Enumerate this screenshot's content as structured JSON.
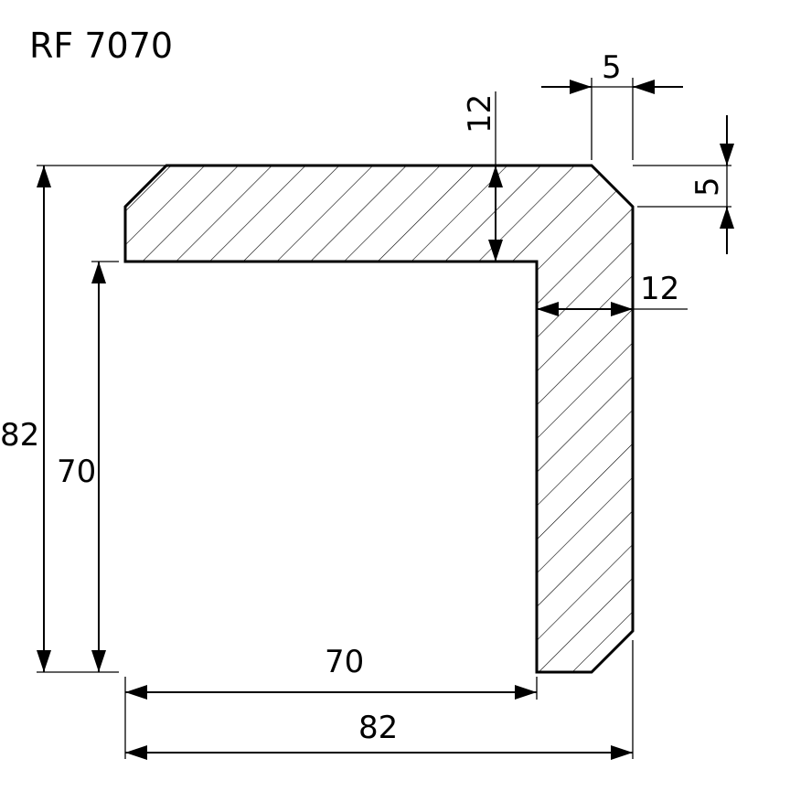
{
  "title": "RF 7070",
  "dimensions": {
    "overall_height": "82",
    "inner_height": "70",
    "inner_width": "70",
    "overall_width": "82",
    "top_thickness": "12",
    "side_thickness": "12",
    "chamfer_horizontal": "5",
    "chamfer_vertical": "5"
  }
}
